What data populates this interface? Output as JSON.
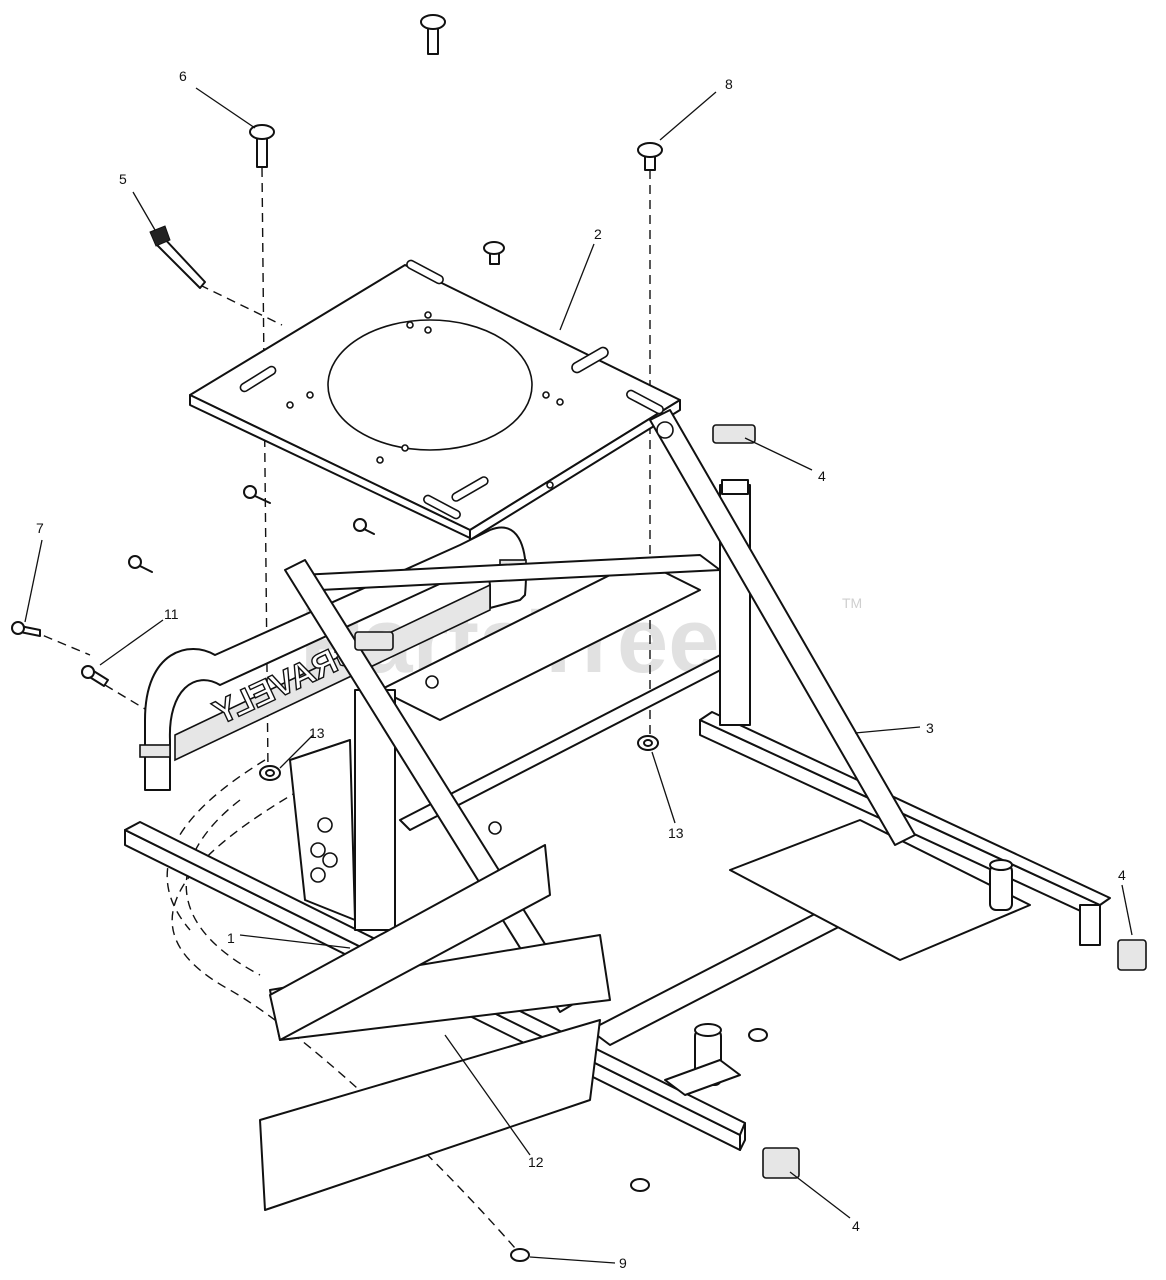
{
  "watermark": {
    "text": "PartsTree",
    "trademark": "TM"
  },
  "decal_text": "GRAVELY",
  "callouts": [
    {
      "id": "c1",
      "label": "1"
    },
    {
      "id": "c2",
      "label": "2"
    },
    {
      "id": "c3",
      "label": "3"
    },
    {
      "id": "c4a",
      "label": "4"
    },
    {
      "id": "c4b",
      "label": "4"
    },
    {
      "id": "c4c",
      "label": "4"
    },
    {
      "id": "c5",
      "label": "5"
    },
    {
      "id": "c6",
      "label": "6"
    },
    {
      "id": "c7",
      "label": "7"
    },
    {
      "id": "c8",
      "label": "8"
    },
    {
      "id": "c9",
      "label": "9"
    },
    {
      "id": "c11",
      "label": "11"
    },
    {
      "id": "c12",
      "label": "12"
    },
    {
      "id": "c13a",
      "label": "13"
    },
    {
      "id": "c13b",
      "label": "13"
    }
  ]
}
